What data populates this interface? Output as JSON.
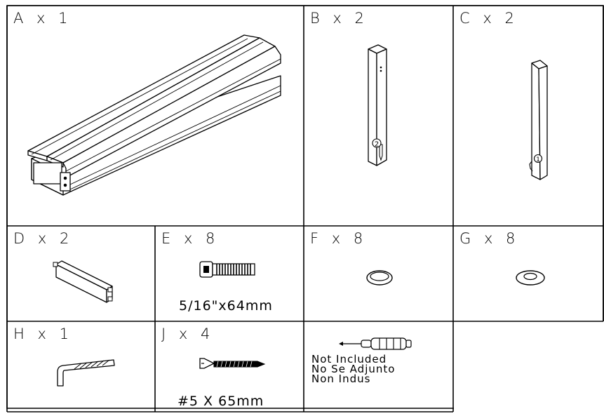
{
  "parts": [
    {
      "id": "A",
      "label": "A x 1"
    },
    {
      "id": "B",
      "label": "B x 2"
    },
    {
      "id": "C",
      "label": "C x 2"
    },
    {
      "id": "D",
      "label": "D x 2"
    },
    {
      "id": "E",
      "label": "E x 8",
      "caption": "5/16\"x64mm"
    },
    {
      "id": "F",
      "label": "F x 8"
    },
    {
      "id": "G",
      "label": "G x 8"
    },
    {
      "id": "H",
      "label": "H x 1"
    },
    {
      "id": "J",
      "label": "J x 4",
      "caption": "#5 X 65mm"
    }
  ],
  "tool": {
    "lines": [
      "Not Included",
      "No Se Adjunto",
      "Non Indus"
    ]
  },
  "markers": {
    "b": "2",
    "c": "1"
  },
  "colors": {
    "ink": "#000000",
    "paper": "#ffffff"
  }
}
